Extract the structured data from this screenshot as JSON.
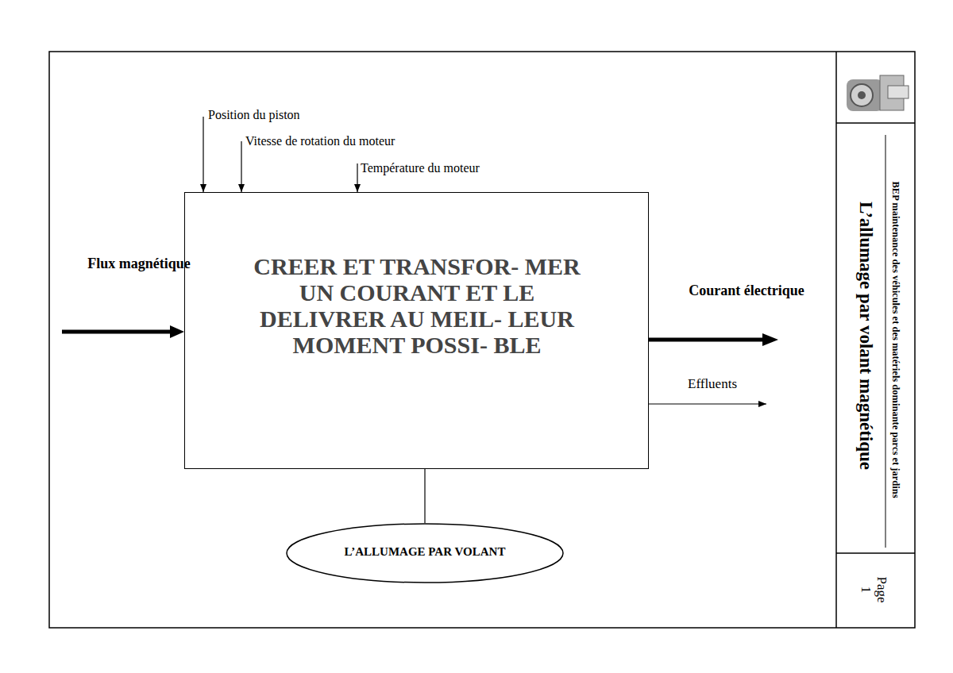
{
  "diagram": {
    "title": "L’allumage par volant magnétique",
    "nodes": [
      {
        "text": [
          "CREER ET TRANSFOR- MER UN COURANT ET LE DELIVRER AU MEIL- LEUR MOMENT POSSI- BLE"
        ]
      },
      {
        "text": [
          "L’ALLUMAGE PAR VOLANT"
        ]
      }
    ],
    "edges": [
      {
        "from": 0,
        "to": 1,
        "arrow": "none"
      }
    ],
    "labels": [
      "Position du piston",
      "Vitesse de rotation du moteur",
      "Température du moteur",
      "Flux magnétique",
      "Courant électrique",
      "Effluents",
      "BEP maintenance des véhicules et des matériels dominante parcs et jardins",
      "Page 1"
    ]
  }
}
